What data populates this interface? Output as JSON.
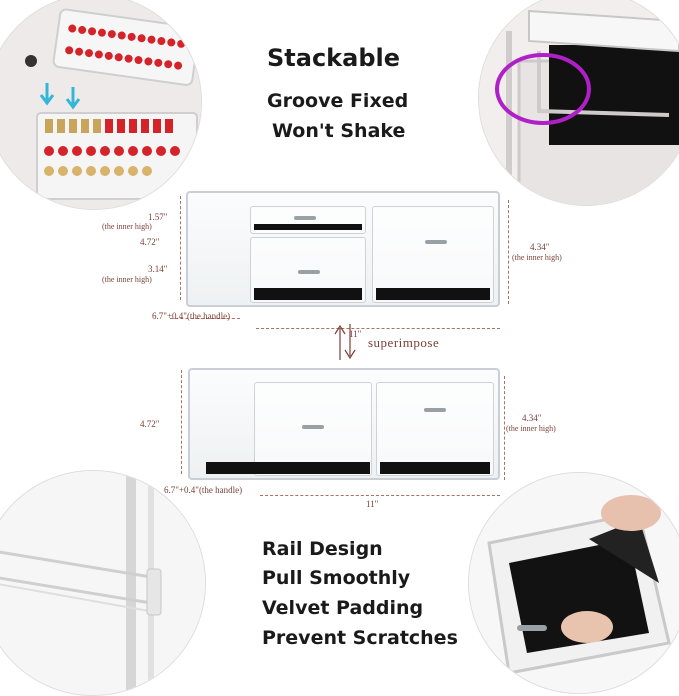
{
  "headline_top": {
    "title": "Stackable",
    "line1": "Groove Fixed",
    "line2": "Won't Shake"
  },
  "headline_bottom": {
    "line1": "Rail Design",
    "line2": "Pull Smoothly",
    "line3": "Velvet Padding",
    "line4": "Prevent Scratches"
  },
  "upper_unit": {
    "top_drawer_height": "1.57\"",
    "top_drawer_note": "(the inner high)",
    "total_height": "4.72\"",
    "bottom_drawer_height": "3.14\"",
    "bottom_drawer_note": "(the inner high)",
    "right_height": "4.34\"",
    "right_note": "(the inner high)",
    "depth": "6.7\"+0.4\"",
    "depth_note": "(the handle)",
    "width": "11\""
  },
  "stack_label": "superimpose",
  "lower_unit": {
    "total_height": "4.72\"",
    "right_height": "4.34\"",
    "right_note": "(the inner high)",
    "depth": "6.7\"+0.4\"",
    "depth_note": "(the handle)",
    "width": "11\""
  },
  "colors": {
    "dimension_text": "#7a4038",
    "highlight_ring": "#b020c8",
    "lipstick_red": "#d4242a",
    "velvet": "#111111"
  }
}
